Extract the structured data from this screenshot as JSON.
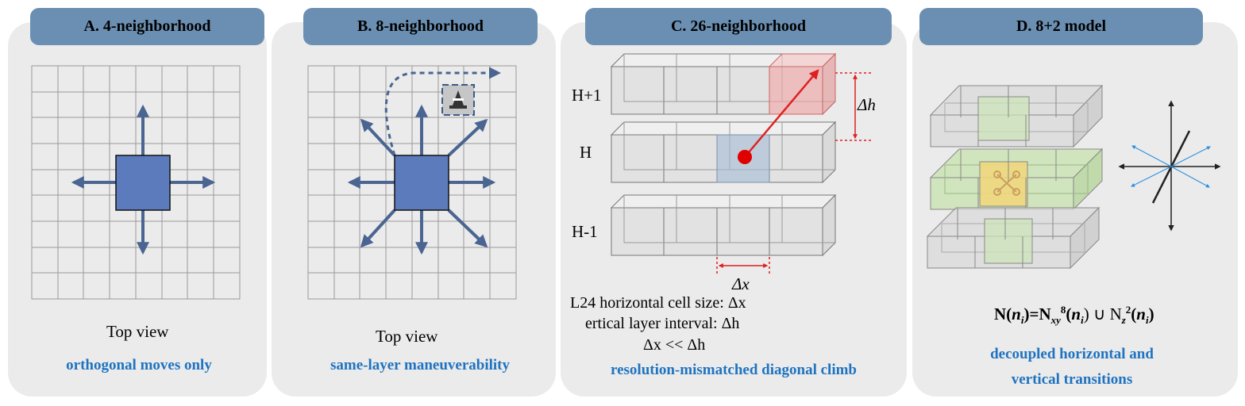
{
  "panels": [
    {
      "header": "A. 4-neighborhood",
      "view_label": "Top view",
      "caption": "orthogonal moves only"
    },
    {
      "header": "B. 8-neighborhood",
      "view_label": "Top view",
      "caption": "same-layer maneuverability"
    },
    {
      "header": "C. 26-neighborhood",
      "layer_labels": [
        "H+1",
        "H",
        "H-1"
      ],
      "dh_label": "Δh",
      "dx_label": "Δx",
      "notes": [
        "L24 horizontal cell size: Δx",
        "ertical layer interval: Δh",
        "Δx << Δh"
      ],
      "caption": "resolution-mismatched diagonal climb"
    },
    {
      "header": "D.  8+2 model",
      "caption_lines": [
        "decoupled horizontal and",
        "vertical transitions"
      ]
    }
  ],
  "formula": {
    "n1": "N(",
    "n2": "n",
    "n3": "i",
    "n4": ")=N",
    "n5": "xy",
    "n6": "8",
    "n7": "(",
    "n8": "n",
    "n9": "i",
    "n10": ") ∪ N",
    "n11": "z",
    "n12": "2",
    "n13": "(",
    "n14": "n",
    "n15": "i",
    "n16": ")"
  },
  "colors": {
    "panel_bg": "#ebebeb",
    "header_bg": "#6b8fb2",
    "agent": "#5c7bbd",
    "arrow": "#4a6591",
    "caption": "#1f73c0",
    "red": "#e02020",
    "blue_cell": "#9fb8d6",
    "green_cell": "#b7d99b",
    "yellow_cell": "#f2d77a"
  },
  "icons": [
    "drone-icon",
    "agent-square-icon"
  ]
}
